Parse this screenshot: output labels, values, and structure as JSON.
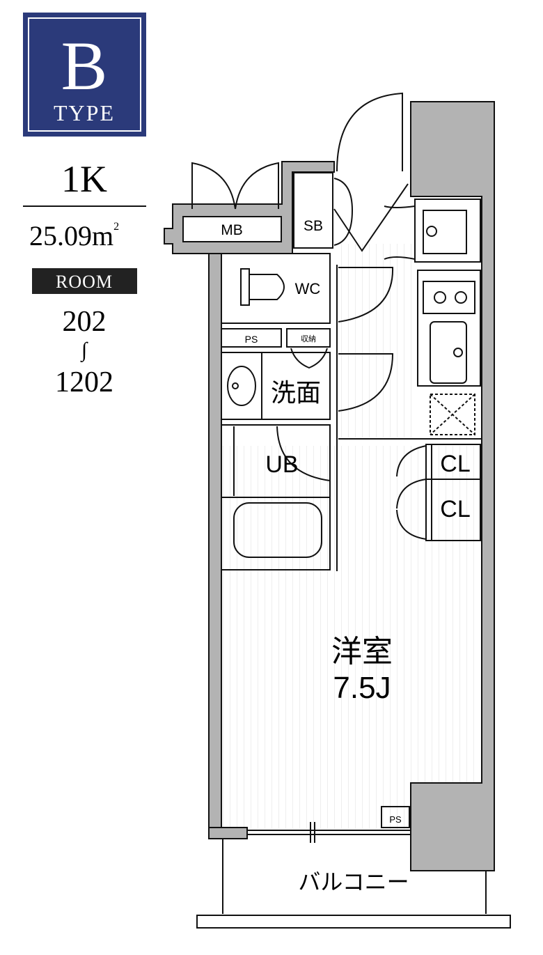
{
  "type_badge": {
    "letter": "B",
    "word": "TYPE",
    "color": "#2b3a7a"
  },
  "unit": {
    "layout": "1K",
    "area_number": "25.09",
    "area_unit": "m",
    "area_sup": "2",
    "room_label": "ROOM",
    "room_from": "202",
    "room_range_mark": "∫",
    "room_to": "1202"
  },
  "rooms": {
    "mb": "MB",
    "sb": "SB",
    "wc": "WC",
    "ps_top": "PS",
    "storage": "収納",
    "washroom": "洗面",
    "ub": "UB",
    "cl_1": "CL",
    "cl_2": "CL",
    "western_room": "洋室",
    "western_room_size": "7.5J",
    "ps_bottom": "PS",
    "balcony": "バルコニー"
  },
  "colors": {
    "wall_fill": "#b3b3b3",
    "line": "#111111",
    "floor_hatch": "#dcdcdc",
    "paper": "#ffffff"
  }
}
